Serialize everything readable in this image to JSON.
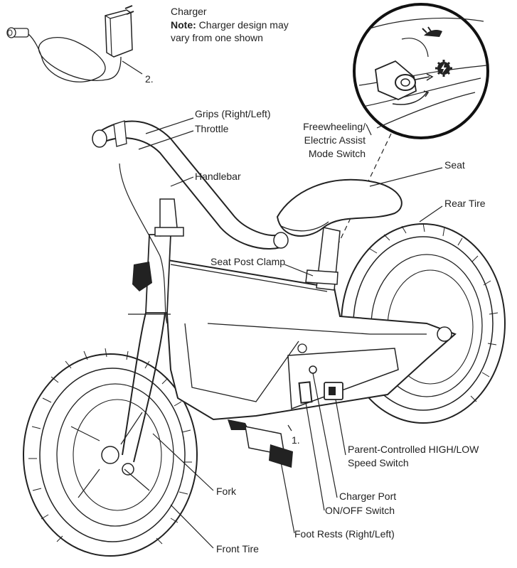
{
  "charger": {
    "title": "Charger",
    "note_label": "Note:",
    "note_text": " Charger design may",
    "note_text_2": "vary from one shown"
  },
  "numbers": {
    "n1": "1.",
    "n2": "2."
  },
  "labels": {
    "grips": "Grips (Right/Left)",
    "throttle": "Throttle",
    "handlebar": "Handlebar",
    "freewheel_1": "Freewheeling/",
    "freewheel_2": "Electric Assist",
    "freewheel_3": "Mode Switch",
    "seat": "Seat",
    "rear_tire": "Rear Tire",
    "seat_post_clamp": "Seat Post Clamp",
    "speed_switch_1": "Parent-Controlled HIGH/LOW",
    "speed_switch_2": "Speed Switch",
    "charger_port": "Charger Port",
    "onoff": "ON/OFF Switch",
    "foot_rests": "Foot Rests (Right/Left)",
    "fork": "Fork",
    "front_tire": "Front Tire"
  },
  "icons": [
    "rabbit-icon",
    "power-bolt-icon",
    "charger-icon",
    "bike-illustration"
  ]
}
